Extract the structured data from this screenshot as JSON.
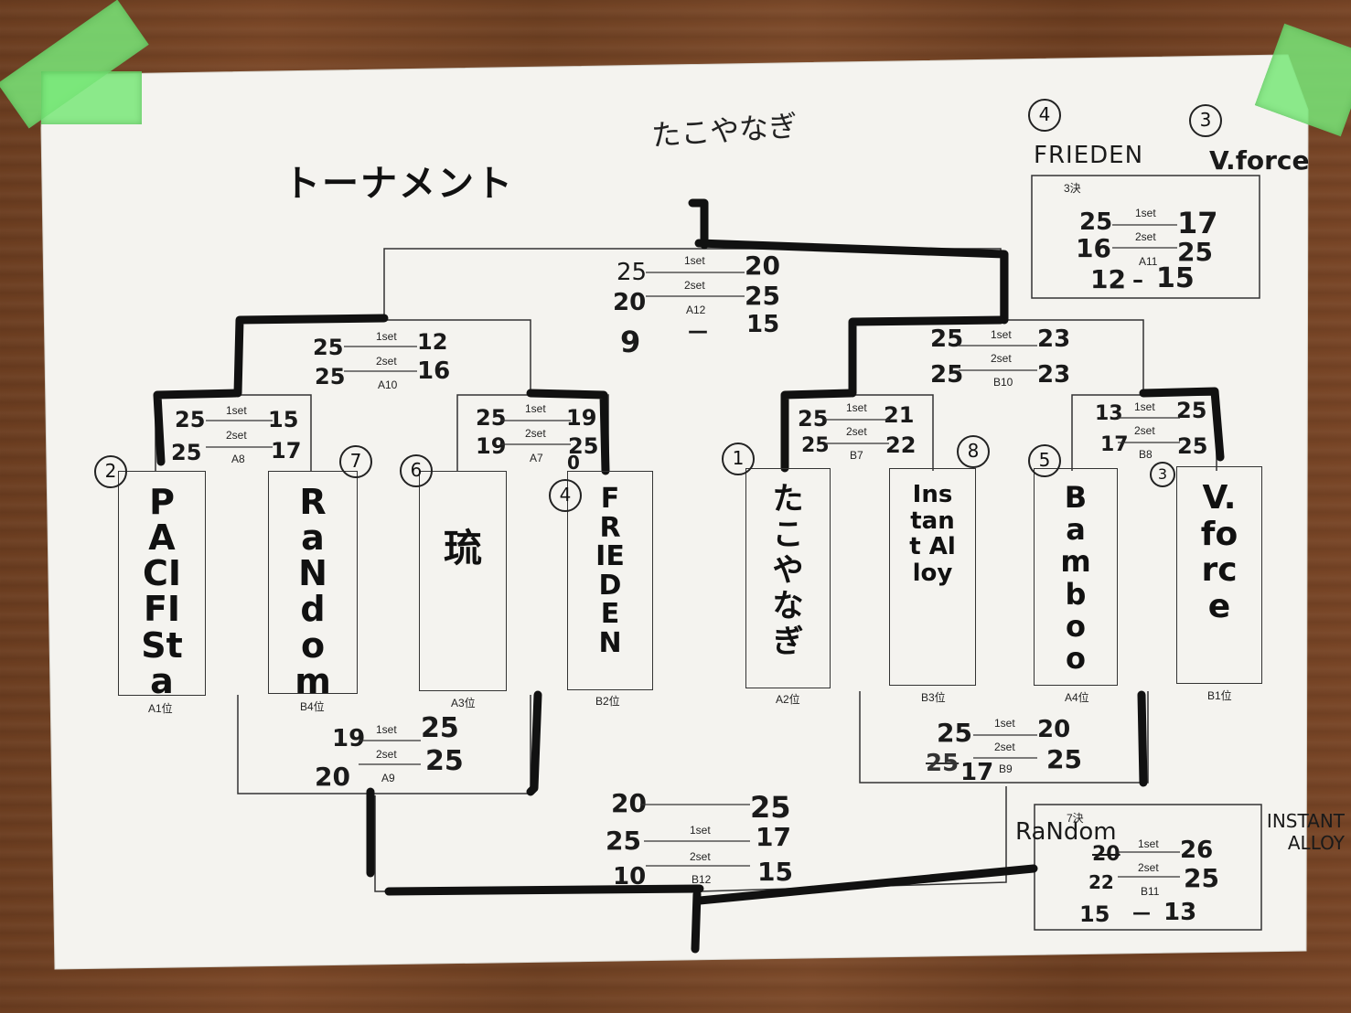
{
  "header": {
    "title": "トーナメント",
    "subtitle": "たこやなぎ"
  },
  "colors": {
    "paper": "#f4f3ef",
    "tape": "#78e678",
    "ink": "#111111"
  },
  "teams": [
    {
      "seed": "2",
      "name": "PACIFISta",
      "rank": "A1位"
    },
    {
      "seed": "7",
      "name": "RaNdom",
      "rank": "B4位"
    },
    {
      "seed": "6",
      "name": "琉",
      "rank": "A3位"
    },
    {
      "seed": "4",
      "name": "FRIEDEN",
      "rank": "B2位"
    },
    {
      "seed": "1",
      "name": "たこやなぎ",
      "rank": "A2位"
    },
    {
      "seed": "8",
      "name": "Instant Alloy",
      "rank": "B3位"
    },
    {
      "seed": "5",
      "name": "Bamboo",
      "rank": "A4位"
    },
    {
      "seed": "3",
      "name": "V.force",
      "rank": "B1位"
    }
  ],
  "matches": {
    "A8": {
      "set1_label": "1set",
      "set2_label": "2set",
      "code": "A8",
      "left": [
        "25",
        "25"
      ],
      "right": [
        "15",
        "17"
      ]
    },
    "A7": {
      "set1_label": "1set",
      "set2_label": "2set",
      "code": "A7",
      "left": [
        "25",
        "19"
      ],
      "right": [
        "19",
        "25"
      ],
      "extra": "0"
    },
    "B7": {
      "set1_label": "1set",
      "set2_label": "2set",
      "code": "B7",
      "left": [
        "25",
        "25"
      ],
      "right": [
        "21",
        "22"
      ]
    },
    "B8": {
      "set1_label": "1set",
      "set2_label": "2set",
      "code": "B8",
      "left": [
        "13",
        "17"
      ],
      "right": [
        "25",
        "25"
      ]
    },
    "A10": {
      "set1_label": "1set",
      "set2_label": "2set",
      "code": "A10",
      "left": [
        "25",
        "25"
      ],
      "right": [
        "12",
        "16"
      ]
    },
    "B10": {
      "set1_label": "1set",
      "set2_label": "2set",
      "code": "B10",
      "left": [
        "25",
        "25"
      ],
      "right": [
        "23",
        "23"
      ]
    },
    "A12": {
      "set1_label": "1set",
      "set2_label": "2set",
      "code": "A12",
      "left": [
        "25",
        "20",
        "9"
      ],
      "right": [
        "20",
        "25",
        "15"
      ],
      "dash": "—"
    },
    "A9": {
      "set1_label": "1set",
      "set2_label": "2set",
      "code": "A9",
      "left": [
        "19",
        "20"
      ],
      "right": [
        "25",
        "25"
      ]
    },
    "B9": {
      "set1_label": "1set",
      "set2_label": "2set",
      "code": "B9",
      "left": [
        "25",
        "17"
      ],
      "right": [
        "20",
        "25"
      ],
      "struck": "25"
    },
    "B12": {
      "set1_label": "1set",
      "set2_label": "2set",
      "code": "B12",
      "left": [
        "20",
        "25",
        "10"
      ],
      "right": [
        "25",
        "17",
        "15"
      ]
    },
    "A11": {
      "title": "3決",
      "set1_label": "1set",
      "set2_label": "2set",
      "code": "A11",
      "left": [
        "25",
        "16",
        "12"
      ],
      "right": [
        "17",
        "25",
        "15"
      ],
      "dash": "–",
      "team_left": "FRIEDEN",
      "team_right": "V.force",
      "seed_left": "4",
      "seed_right": "3"
    },
    "B11": {
      "title": "7決",
      "set1_label": "1set",
      "set2_label": "2set",
      "code": "B11",
      "left": [
        "20",
        "22",
        "15"
      ],
      "right": [
        "26",
        "25",
        "13"
      ],
      "dash": "—",
      "team_left": "RaNdom",
      "team_right": "INSTANT ALLOY"
    }
  }
}
